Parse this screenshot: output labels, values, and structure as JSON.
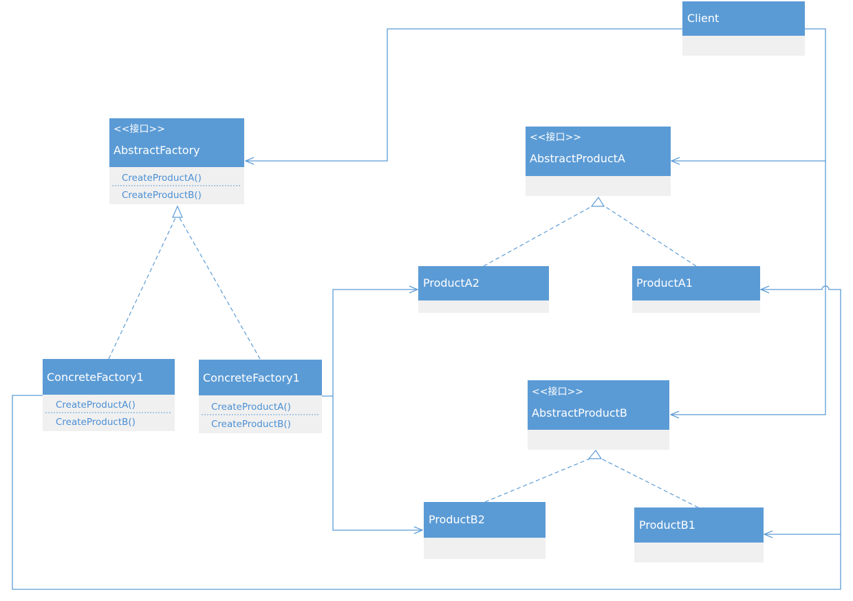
{
  "colors": {
    "header": "#5b9bd5",
    "body": "#f0f0f0",
    "line": "#5b9bd5"
  },
  "stereotype": "<<接口>>",
  "classes": {
    "client": {
      "name": "Client"
    },
    "abstract_factory": {
      "name": "AbstractFactory",
      "ops": [
        "CreateProductA()",
        "CreateProductB()"
      ]
    },
    "abstract_product_a": {
      "name": "AbstractProductA"
    },
    "abstract_product_b": {
      "name": "AbstractProductB"
    },
    "product_a2": {
      "name": "ProductA2"
    },
    "product_a1": {
      "name": "ProductA1"
    },
    "product_b2": {
      "name": "ProductB2"
    },
    "product_b1": {
      "name": "ProductB1"
    },
    "concrete_factory_left": {
      "name": "ConcreteFactory1",
      "ops": [
        "CreateProductA()",
        "CreateProductB()"
      ]
    },
    "concrete_factory_right": {
      "name": "ConcreteFactory1",
      "ops": [
        "CreateProductA()",
        "CreateProductB()"
      ]
    }
  }
}
